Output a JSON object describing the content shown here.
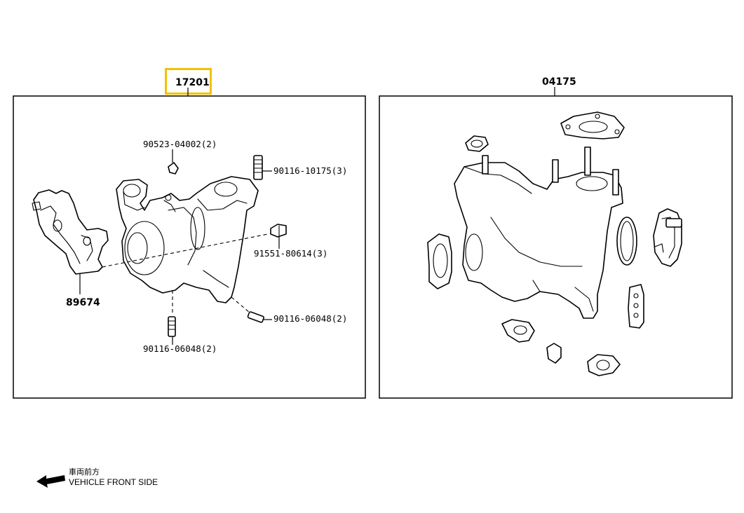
{
  "assemblies": {
    "left": {
      "code": "17201",
      "highlight_color": "#f2c200"
    },
    "right": {
      "code": "04175"
    }
  },
  "callouts": {
    "c1": "90523-04002(2)",
    "c2": "90116-10175(3)",
    "c3": "91551-80614(3)",
    "c4": "90116-06048(2)",
    "c5": "90116-06048(2)",
    "c6": "89674"
  },
  "direction": {
    "jp_label": "車両前方",
    "en_label": "VEHICLE FRONT SIDE",
    "arrow_icon": "left-arrow-icon"
  }
}
